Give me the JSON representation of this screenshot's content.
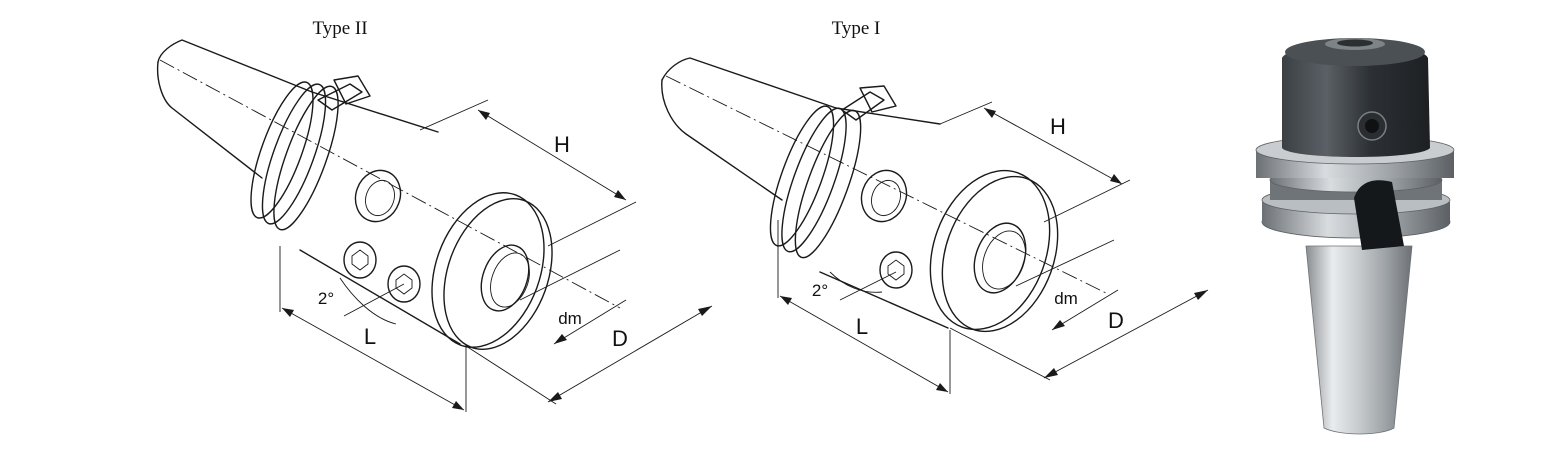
{
  "diagram": {
    "type_two": {
      "title": "Type II",
      "labels": {
        "H": "H",
        "D": "D",
        "dm": "dm",
        "L": "L",
        "angle": "2°"
      }
    },
    "type_one": {
      "title": "Type I",
      "labels": {
        "H": "H",
        "D": "D",
        "dm": "dm",
        "L": "L",
        "angle": "2°"
      }
    },
    "photo": {
      "kind": "tool-holder-photo"
    }
  }
}
